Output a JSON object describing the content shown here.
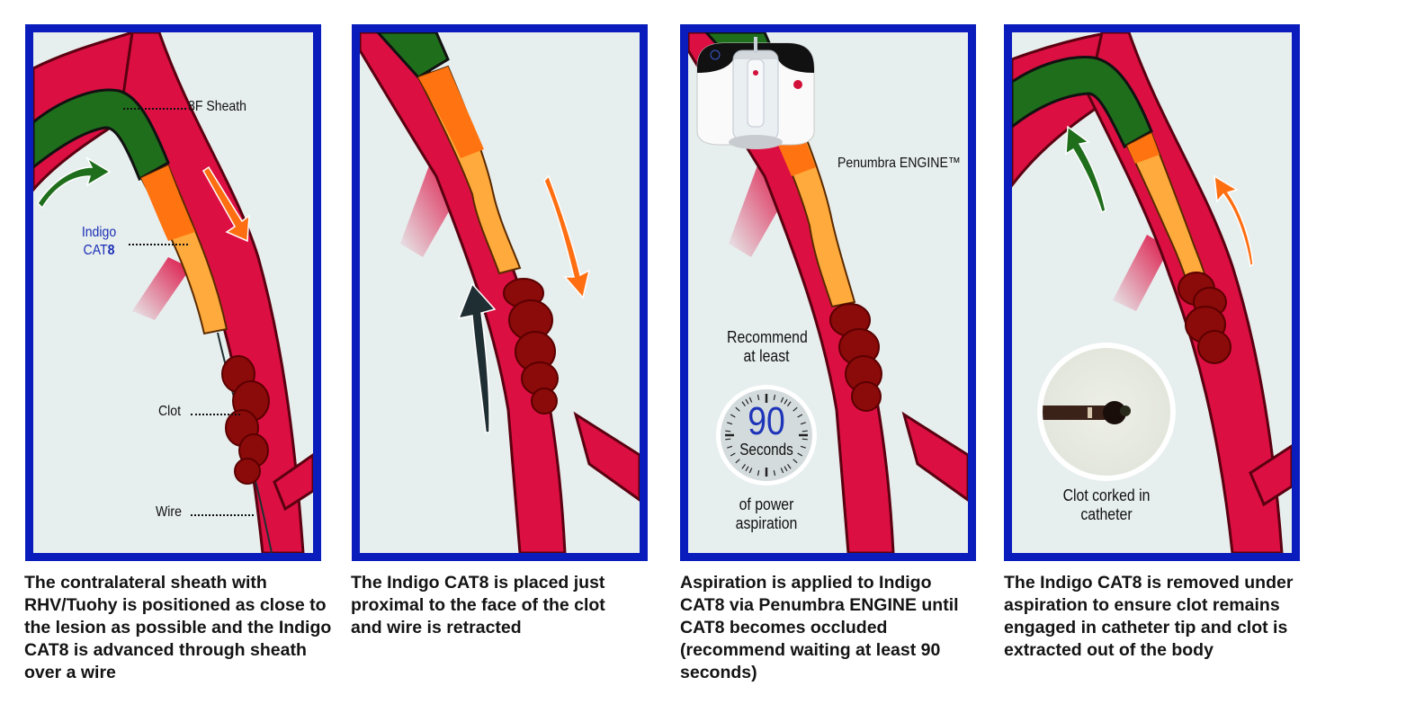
{
  "colors": {
    "frame": "#0a1dbc",
    "panel_bg": "#e7eeee",
    "vessel": "#dc0f42",
    "vessel_outline": "#5a0010",
    "sheath": "#1f6e1c",
    "catheter_dark": "#ff7410",
    "catheter_light": "#ffaa3c",
    "clot": "#8b0a0a",
    "arrow_green": "#1f6e1c",
    "arrow_orange": "#ff6f12",
    "arrow_dark": "#1f2e33",
    "label_blue": "#1a2fb6"
  },
  "panels": [
    {
      "step": 1,
      "labels": {
        "sheath": "8F Sheath",
        "catheter_line1": "Indigo",
        "catheter_line2": "CAT",
        "catheter_bold": "8",
        "clot": "Clot",
        "wire": "Wire"
      },
      "caption": "The contralateral sheath with RHV/Tuohy is positioned as close to the lesion as possible and the Indigo CAT8 is advanced through sheath over a wire"
    },
    {
      "step": 2,
      "caption_parts": [
        "The Indigo ",
        "CAT8",
        " is placed just proximal to the face of the clot and wire is retracted"
      ]
    },
    {
      "step": 3,
      "labels": {
        "device": "Penumbra ENGINE™",
        "recommend_line1": "Recommend",
        "recommend_line2": "at least",
        "timer_value": "90",
        "timer_unit": "Seconds",
        "after_line1": "of power",
        "after_line2": "aspiration"
      },
      "caption_parts": [
        "Aspiration is applied to Indigo ",
        "CAT8",
        " via Penumbra ENGINE until ",
        "CAT8",
        " becomes occluded (recommend waiting at least 90 seconds)"
      ]
    },
    {
      "step": 4,
      "labels": {
        "inset_line1": "Clot corked in",
        "inset_line2": "catheter"
      },
      "caption_parts": [
        "The Indigo ",
        "CAT8",
        " is removed under aspiration to ensure clot remains engaged in catheter tip and clot is extracted out of the body"
      ]
    }
  ]
}
